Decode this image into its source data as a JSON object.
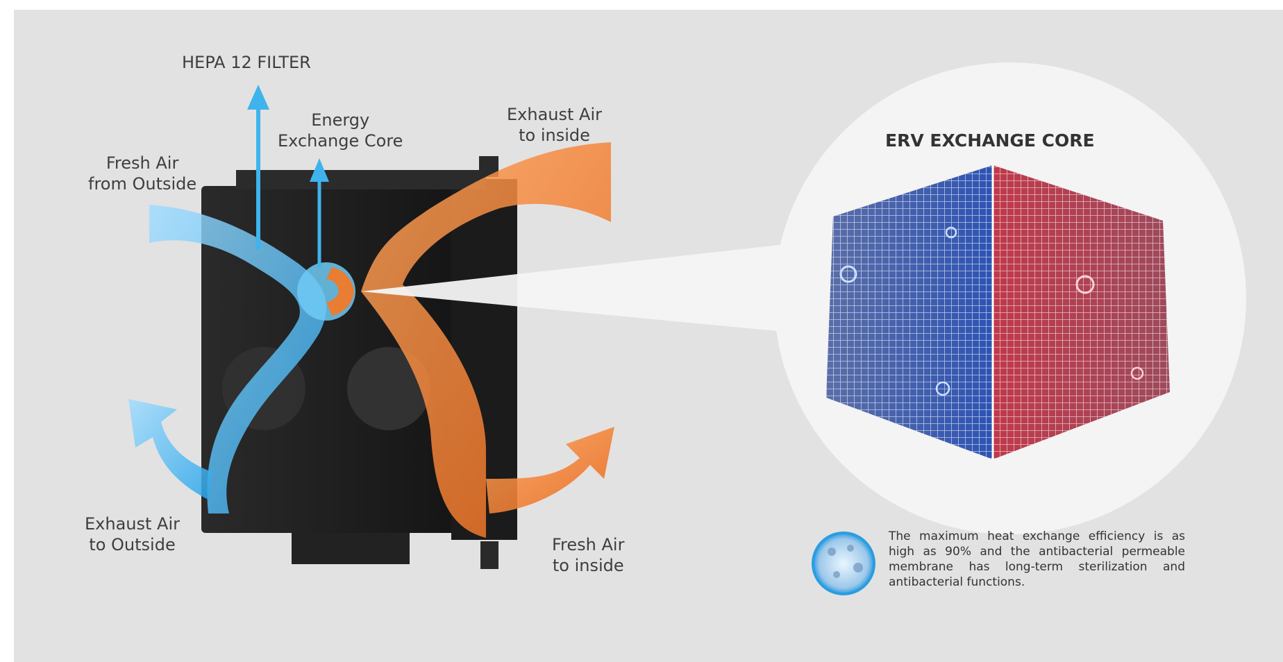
{
  "unit_labels": {
    "hepa_filter": "HEPA 12 FILTER",
    "energy_core": "Energy\nExchange Core",
    "fresh_air_from_outside": "Fresh Air\nfrom Outside",
    "exhaust_air_to_inside": "Exhaust Air\nto inside",
    "exhaust_air_to_outside": "Exhaust Air\nto Outside",
    "fresh_air_to_inside": "Fresh Air\nto inside"
  },
  "core_callout": {
    "title": "ERV EXCHANGE CORE",
    "description": "The maximum heat exchange efficiency is as high as 90% and the antibacterial permeable membrane has long-term sterilization and antibacterial functions."
  },
  "colors": {
    "background": "#e2e2e2",
    "fresh_air": "#3fb3ec",
    "exhaust_air": "#f07a2a",
    "housing": "#1f1f1f",
    "core_cold": "#3c63b5",
    "core_warm": "#c2404e"
  }
}
